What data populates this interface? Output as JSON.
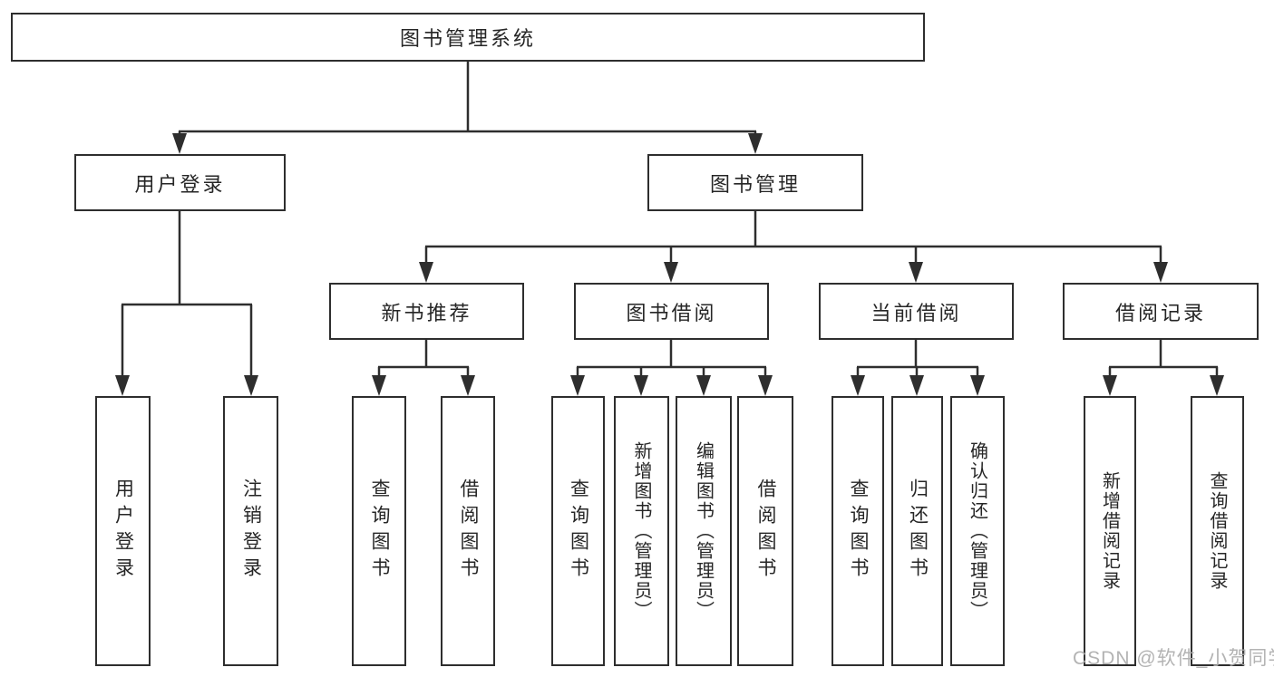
{
  "tree": {
    "label": "图书管理系统",
    "children": [
      {
        "label": "用户登录",
        "children": [
          {
            "label": "用户登录"
          },
          {
            "label": "注销登录"
          }
        ]
      },
      {
        "label": "图书管理",
        "children": [
          {
            "label": "新书推荐",
            "children": [
              {
                "label": "查询图书"
              },
              {
                "label": "借阅图书"
              }
            ]
          },
          {
            "label": "图书借阅",
            "children": [
              {
                "label": "查询图书"
              },
              {
                "label": "新增图书（管理员）"
              },
              {
                "label": "编辑图书（管理员）"
              },
              {
                "label": "借阅图书"
              }
            ]
          },
          {
            "label": "当前借阅",
            "children": [
              {
                "label": "查询图书"
              },
              {
                "label": "归还图书"
              },
              {
                "label": "确认归还（管理员）"
              }
            ]
          },
          {
            "label": "借阅记录",
            "children": [
              {
                "label": "新增借阅记录"
              },
              {
                "label": "查询借阅记录"
              }
            ]
          }
        ]
      }
    ]
  },
  "watermark": {
    "text": "CSDN @软件_小贺同学"
  },
  "colors": {
    "line": "#2e2e2e",
    "text": "#262626",
    "box_background": "#ffffff",
    "watermark": "#adadad"
  }
}
